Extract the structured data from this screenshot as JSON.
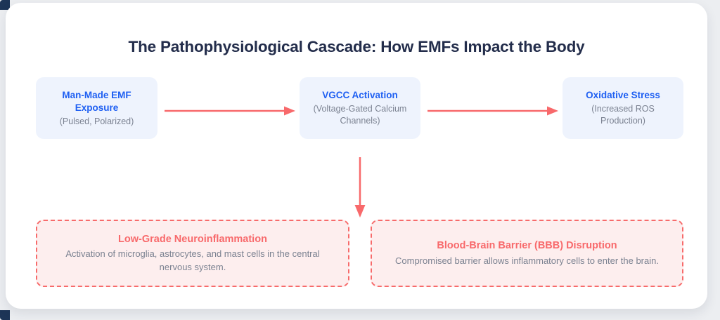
{
  "diagram": {
    "title": "The Pathophysiological Cascade: How EMFs Impact the Body",
    "colors": {
      "page_background": "#eceef1",
      "card_background": "#ffffff",
      "title_text": "#232d4b",
      "cause_box_background": "#eef3fd",
      "cause_box_title": "#1e5ff2",
      "effect_box_background": "#fdeeee",
      "effect_box_border": "#f76b6b",
      "effect_box_title": "#f8696b",
      "subtitle_text": "#7b8291",
      "arrow": "#f8696b",
      "corner_accent": "#1d3557"
    },
    "cause_nodes": [
      {
        "id": "emf-exposure",
        "title": "Man-Made EMF Exposure",
        "subtitle": "(Pulsed, Polarized)"
      },
      {
        "id": "vgcc-activation",
        "title": "VGCC Activation",
        "subtitle": "(Voltage-Gated Calcium Channels)"
      },
      {
        "id": "oxidative-stress",
        "title": "Oxidative Stress",
        "subtitle": "(Increased ROS Production)"
      }
    ],
    "effect_nodes": [
      {
        "id": "neuroinflammation",
        "title": "Low-Grade Neuroinflammation",
        "subtitle": "Activation of microglia, astrocytes, and mast cells in the central nervous system."
      },
      {
        "id": "bbb-disruption",
        "title": "Blood-Brain Barrier (BBB) Disruption",
        "subtitle": "Compromised barrier allows inflammatory cells to enter the brain."
      }
    ],
    "connectors": [
      {
        "id": "emf-to-vgcc",
        "from": "emf-exposure",
        "to": "vgcc-activation",
        "direction": "right"
      },
      {
        "id": "vgcc-to-oxidative-stress",
        "from": "vgcc-activation",
        "to": "oxidative-stress",
        "direction": "right"
      },
      {
        "id": "vgcc-to-neuroinflammation",
        "from": "vgcc-activation",
        "to": "neuroinflammation",
        "direction": "down"
      }
    ]
  }
}
